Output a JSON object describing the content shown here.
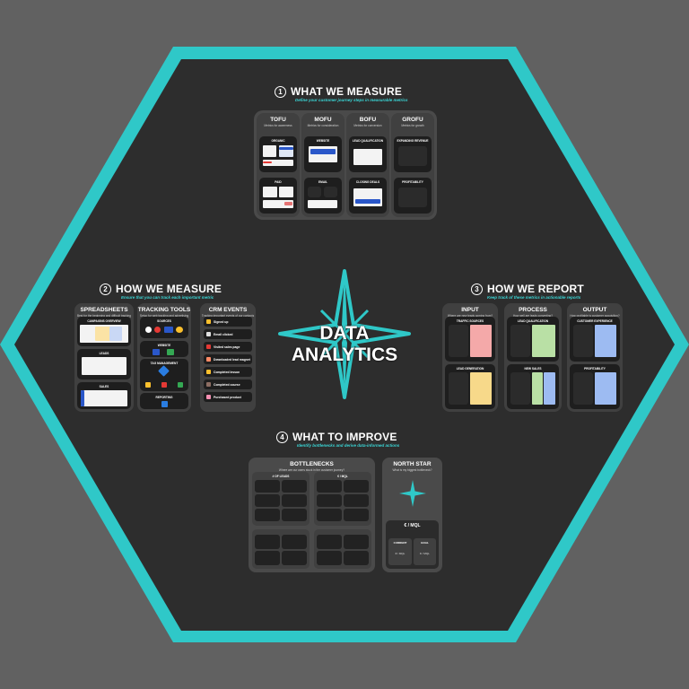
{
  "colors": {
    "accent": "#2fc8c8",
    "background": "#616161",
    "hex_fill": "#2d2d2d",
    "panel": "#4a4a4a",
    "card": "#1e1e1e"
  },
  "center": {
    "line1": "DATA",
    "line2": "ANALYTICS"
  },
  "measure": {
    "number": "1",
    "title": "WHAT WE MEASURE",
    "subtitle": "Define your customer journey steps in measurable metrics",
    "columns": [
      {
        "title": "TOFU",
        "subtitle": "Metrics for awareness",
        "cards": [
          "ORGANIC",
          "PAID"
        ]
      },
      {
        "title": "MOFU",
        "subtitle": "Metrics for consideration",
        "cards": [
          "WEBSITE",
          "EMAIL"
        ]
      },
      {
        "title": "BOFU",
        "subtitle": "Metrics for conversion",
        "cards": [
          "LEAD QUALIFICATION",
          "CLOSING DEALS"
        ]
      },
      {
        "title": "GROFU",
        "subtitle": "Metrics for growth",
        "cards": [
          "EXPANDING REVENUE",
          "PROFITABILITY"
        ]
      }
    ]
  },
  "how_measure": {
    "number": "2",
    "title": "HOW WE MEASURE",
    "subtitle": "Ensure that you can track each important metric",
    "spreadsheets": {
      "title": "SPREADSHEETS",
      "subtitle": "Best for the beginning and difficult tracking",
      "cards": [
        "CAMPAIGNS OVERVIEW",
        "LEADS",
        "SALES"
      ]
    },
    "tracking": {
      "title": "TRACKING TOOLS",
      "subtitle": "Setup for web tracking and advertising",
      "cards": [
        "SOURCES",
        "WEBSITE",
        "TAG MANAGEMENT",
        "REPORTING"
      ]
    },
    "crm": {
      "title": "CRM EVENTS",
      "subtitle": "Tracking important events of our contacts",
      "events": [
        "Signed up",
        "Email clicked",
        "Visited sales page",
        "Downloaded lead magnet",
        "Completed lesson",
        "Completed course",
        "Purchased product"
      ]
    }
  },
  "report": {
    "number": "3",
    "title": "HOW WE REPORT",
    "subtitle": "Keep track of these metrics in actionable reports",
    "columns": [
      {
        "title": "INPUT",
        "subtitle": "Where are new leads coming from?",
        "cards": [
          "TRAFFIC SOURCES",
          "LEAD GENERATION"
        ]
      },
      {
        "title": "PROCESS",
        "subtitle": "How well are leads converting?",
        "cards": [
          "LEAD QUALIFICATION",
          "NEW SALES"
        ]
      },
      {
        "title": "OUTPUT",
        "subtitle": "How profitable is customer acquisition?",
        "cards": [
          "CUSTOMER EXPERIENCE",
          "PROFITABILITY"
        ]
      }
    ]
  },
  "improve": {
    "number": "4",
    "title": "WHAT TO IMPROVE",
    "subtitle": "Identify bottlenecks and derive data-informed actions",
    "bottlenecks": {
      "title": "BOTTLENECKS",
      "subtitle": "Where are our users stuck in the customer journey?",
      "left_label": "# OF LEADS",
      "right_label": "€ / MQL"
    },
    "north_star": {
      "title": "NORTH STAR",
      "subtitle": "What is my biggest bottleneck?",
      "metric": "€ / MQL",
      "current_label": "CURRENT",
      "goal_label": "GOAL",
      "current_value": "€ / MQL",
      "goal_value": "€ / MQL"
    }
  }
}
